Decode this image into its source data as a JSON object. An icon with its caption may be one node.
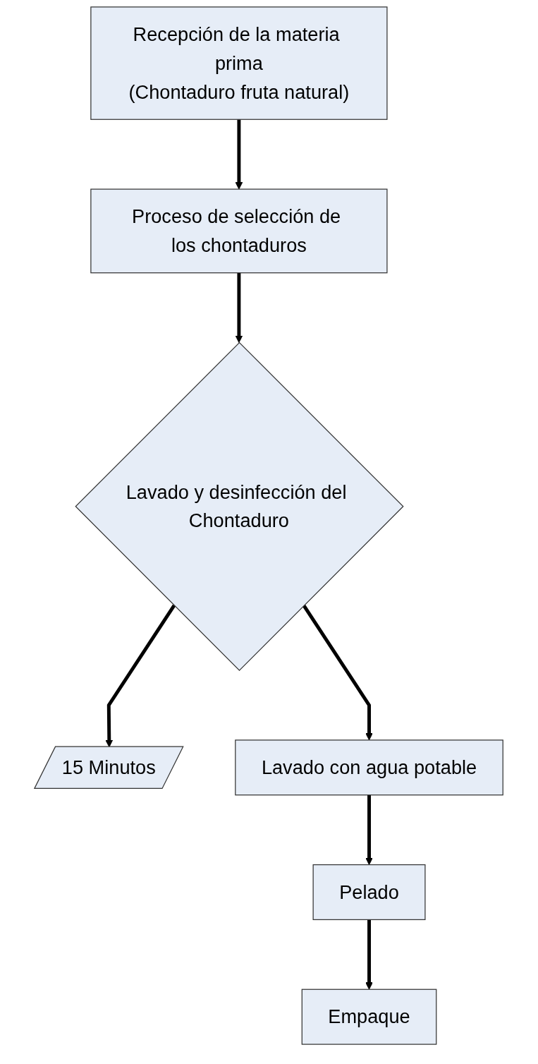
{
  "diagram": {
    "nodes": [
      {
        "text": [
          "Recepción de la materia prima",
          "(Chontaduro fruta natural)"
        ]
      },
      {
        "text": [
          "Proceso de selección de los chontaduros"
        ]
      },
      {
        "text": [
          "Lavado y desinfección del Chontaduro"
        ]
      },
      {
        "text": [
          "15 Minutos"
        ]
      },
      {
        "text": [
          "Lavado con agua potable"
        ]
      },
      {
        "text": [
          "Pelado"
        ]
      },
      {
        "text": [
          "Empaque"
        ]
      }
    ],
    "edges": [
      {
        "from": 0,
        "to": 1,
        "arrow": "to"
      },
      {
        "from": 1,
        "to": 2,
        "arrow": "to"
      },
      {
        "from": 2,
        "to": 3,
        "arrow": "to"
      },
      {
        "from": 2,
        "to": 4,
        "arrow": "to"
      },
      {
        "from": 4,
        "to": 5,
        "arrow": "to"
      },
      {
        "from": 5,
        "to": 6,
        "arrow": "to"
      }
    ]
  }
}
